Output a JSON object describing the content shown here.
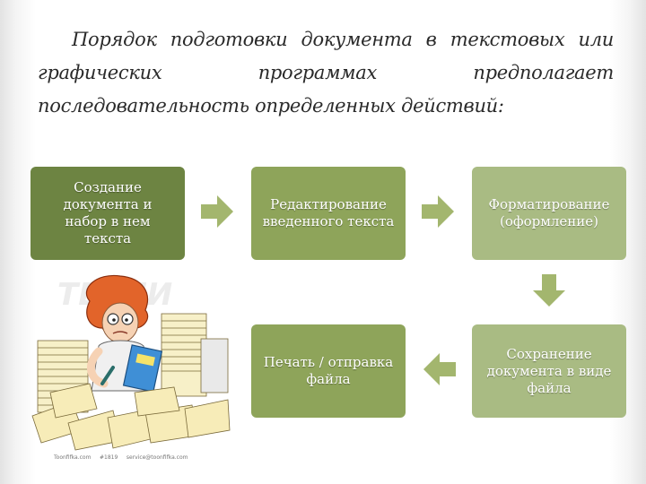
{
  "heading": "Порядок подготовки документа в текстовых или графических программах предполагает последовательность определенных действий:",
  "boxes": {
    "create": "Создание документа и набор в нем текста",
    "edit": "Редактирование введенного текста",
    "format": "Форматирование (оформление)",
    "save": "Сохранение документа в виде файла",
    "print": "Печать / отправка файла"
  },
  "clipart": {
    "label": "ТЕРПИ",
    "footer": "Toonfifka.com     #1819     service@toonfifka.com"
  },
  "colors": {
    "box_dark": "#6d8442",
    "box_mid": "#8ea45a",
    "box_light": "#a9bb83",
    "arrow": "#a3b66e"
  }
}
